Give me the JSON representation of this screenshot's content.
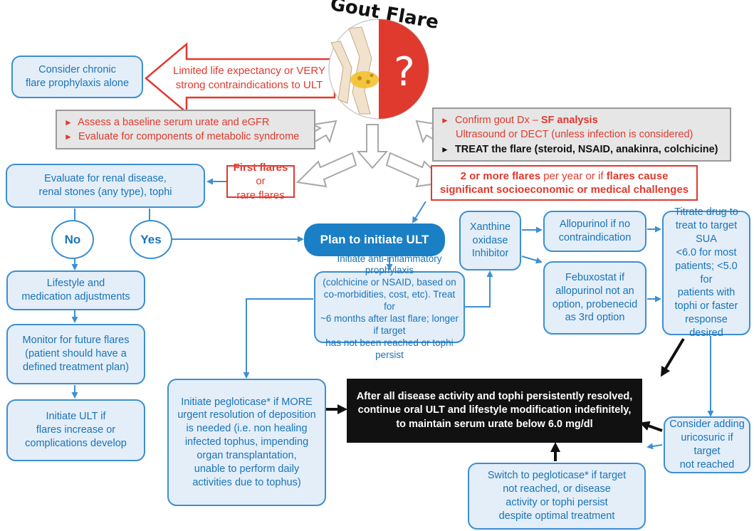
{
  "title": "Gout Flare",
  "top_left_box": [
    "Consider chronic",
    "flare prophylaxis alone"
  ],
  "limited_life_arrow": [
    "Limited life expectancy or VERY",
    "strong contraindications to ULT"
  ],
  "assess_box": [
    "Assess a baseline serum urate and eGFR",
    "Evaluate for components of metabolic syndrome"
  ],
  "confirm_box": {
    "line1_prefix": "Confirm gout Dx – ",
    "line1_bold": "SF analysis",
    "line2": "Ultrasound or DECT (unless infection is considered)",
    "line3": "TREAT the flare (steroid, NSAID, anakinra, colchicine)"
  },
  "evaluate_box": [
    "Evaluate for renal disease,",
    "renal stones (any type), tophi"
  ],
  "first_flares_box": {
    "bold": "First flares",
    "rest1": " or",
    "line2": "rare flares"
  },
  "two_flares_box": {
    "b1": "2 or more flares",
    "t1": " per year or if ",
    "b2": "flares cause",
    "line2": "significant socioeconomic or medical challenges"
  },
  "no_label": "No",
  "yes_label": "Yes",
  "plan_button": "Plan to initiate ULT",
  "xanthine_box": [
    "Xanthine",
    "oxidase",
    "Inhibitor"
  ],
  "allopurinol_box": [
    "Allopurinol if no",
    "contraindication"
  ],
  "febuxostat_box": [
    "Febuxostat if",
    "allopurinol not an",
    "option, probenecid",
    "as 3rd option"
  ],
  "titrate_box": [
    "Titrate drug to",
    "treat to target SUA",
    "<6.0 for most",
    "patients; <5.0 for",
    "patients with",
    "tophi or faster",
    "response desired"
  ],
  "lifestyle_box": [
    "Lifestyle and",
    "medication adjustments"
  ],
  "monitor_box": [
    "Monitor for future flares",
    "(patient should have a",
    "defined treatment plan)"
  ],
  "initiate_ult_box": [
    "Initiate ULT if",
    "flares increase or",
    "complications develop"
  ],
  "prophylaxis_box": [
    "Initiate anti-inflammatory prophylaxis",
    "(colchicine or NSAID, based on",
    "co-morbidities, cost, etc). Treat for",
    "~6 months after last flare; longer if target",
    "has not been reached or tophi persist"
  ],
  "pegloticase_box": [
    "Initiate pegloticase* if MORE",
    "urgent resolution of deposition",
    "is needed (i.e. non healing",
    "infected tophus, impending",
    "organ transplantation,",
    "unable to perform daily",
    "activities due to tophus)"
  ],
  "final_box": [
    "After all disease activity and tophi persistently resolved,",
    "continue oral ULT and lifestyle modification indefinitely,",
    "to maintain serum urate below 6.0 mg/dl"
  ],
  "uricosuric_box": [
    "Consider adding",
    "uricosuric if target",
    "not reached"
  ],
  "switch_box": [
    "Switch to pegloticase* if target",
    "not reached, or disease",
    "activity or tophi persist",
    "despite optimal treatment"
  ],
  "colors": {
    "blue": "#3d8fd1",
    "red": "#e03a2f",
    "black": "#111111",
    "grey": "#9a9a9a"
  }
}
